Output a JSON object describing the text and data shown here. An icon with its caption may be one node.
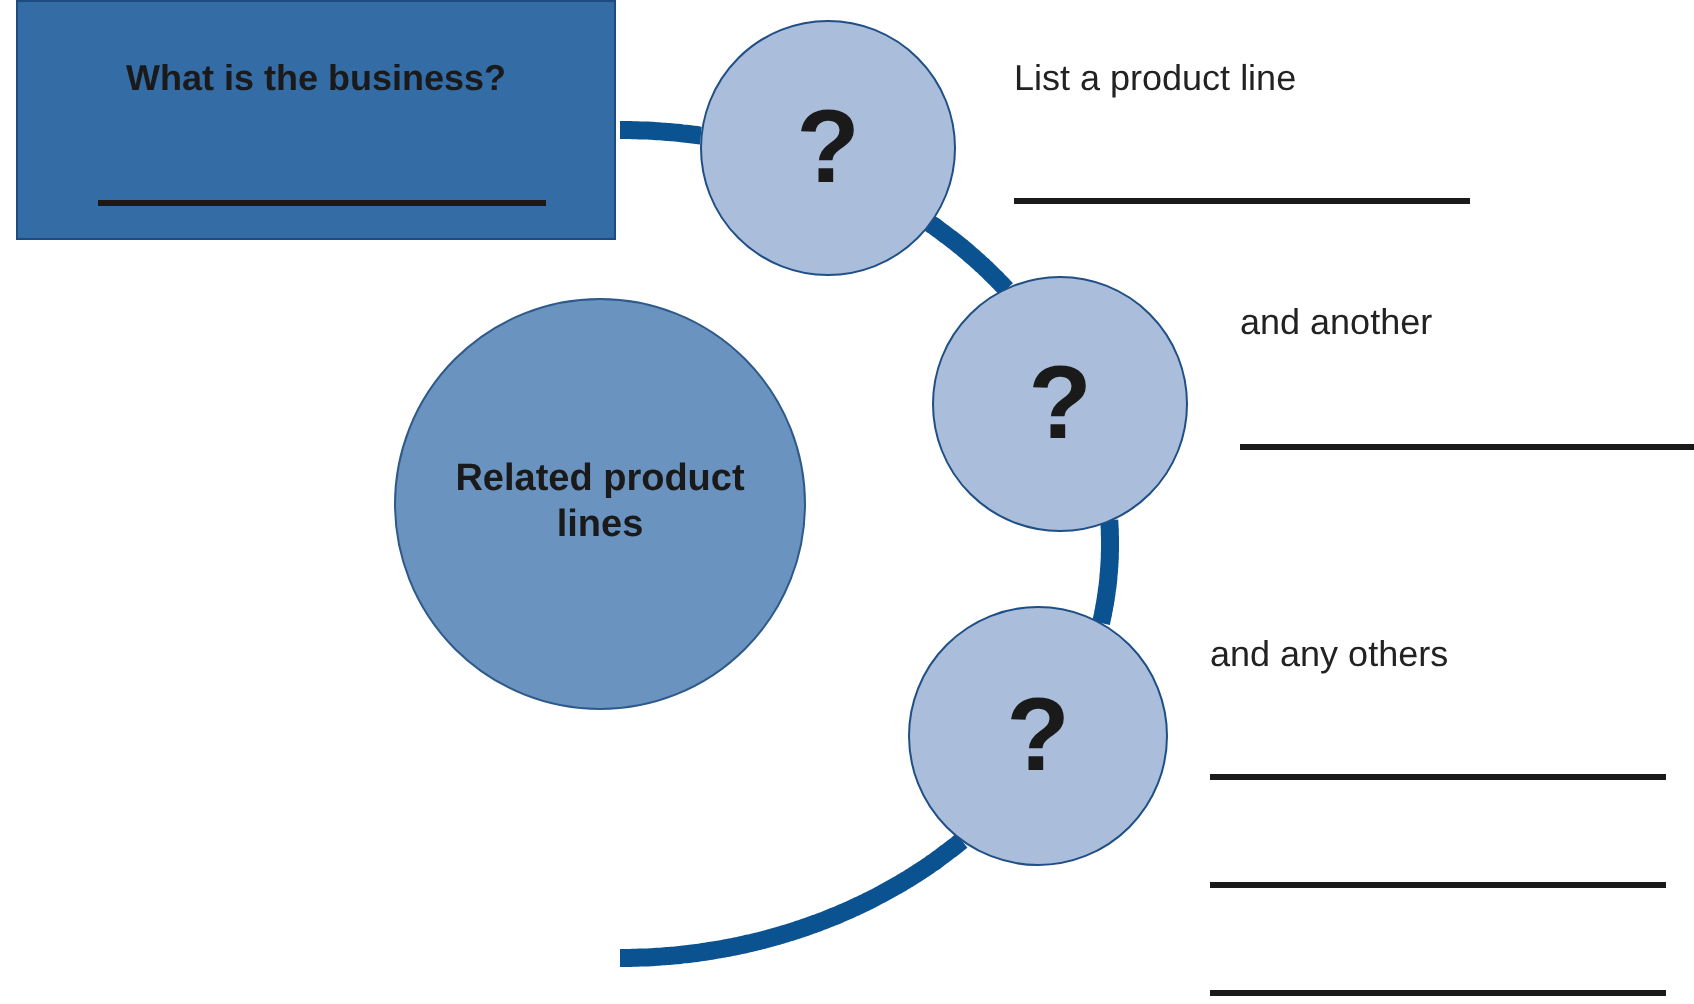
{
  "diagram": {
    "nodes": [
      {
        "text": [
          "What is the business?"
        ]
      },
      {
        "text": [
          "Related product lines"
        ]
      },
      {
        "text": [
          "?"
        ]
      },
      {
        "text": [
          "?"
        ]
      },
      {
        "text": [
          "?"
        ]
      }
    ],
    "edges": [
      {
        "from": 0,
        "to": 2,
        "arrow": "none"
      },
      {
        "from": 2,
        "to": 3,
        "arrow": "none"
      },
      {
        "from": 3,
        "to": 4,
        "arrow": "none"
      },
      {
        "from": 4,
        "to": null,
        "arrow": "none"
      }
    ],
    "labels": [
      "List a product line",
      "and another",
      "and any others"
    ]
  }
}
